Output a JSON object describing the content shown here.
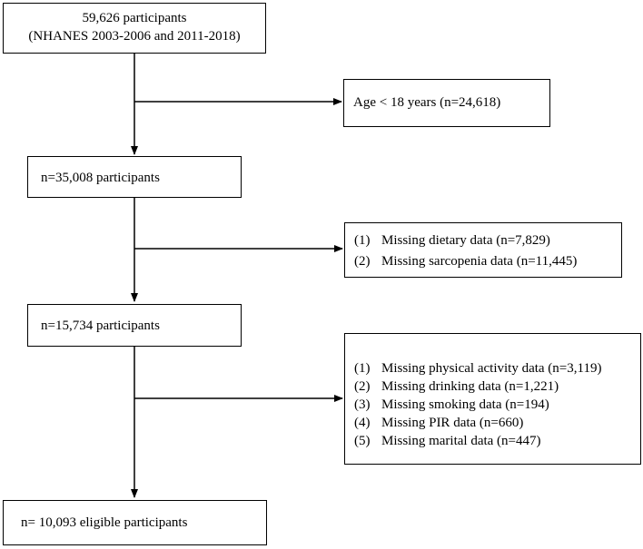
{
  "flowchart": {
    "start": {
      "line1": "59,626 participants",
      "line2": "(NHANES 2003-2006 and 2011-2018)"
    },
    "exclusion1": {
      "text": "Age < 18 years (n=24,618)"
    },
    "step2": {
      "text": "n=35,008 participants"
    },
    "exclusion2": {
      "items": [
        {
          "num": "(1)",
          "text": "Missing dietary data (n=7,829)"
        },
        {
          "num": "(2)",
          "text": "Missing sarcopenia data (n=11,445)"
        }
      ]
    },
    "step3": {
      "text": "n=15,734 participants"
    },
    "exclusion3": {
      "items": [
        {
          "num": "(1)",
          "text": "Missing physical activity data (n=3,119)"
        },
        {
          "num": "(2)",
          "text": "Missing drinking data (n=1,221)"
        },
        {
          "num": "(3)",
          "text": "Missing smoking data (n=194)"
        },
        {
          "num": "(4)",
          "text": "Missing PIR data (n=660)"
        },
        {
          "num": "(5)",
          "text": "Missing marital data (n=447)"
        }
      ]
    },
    "final": {
      "text": "n= 10,093 eligible participants"
    }
  }
}
